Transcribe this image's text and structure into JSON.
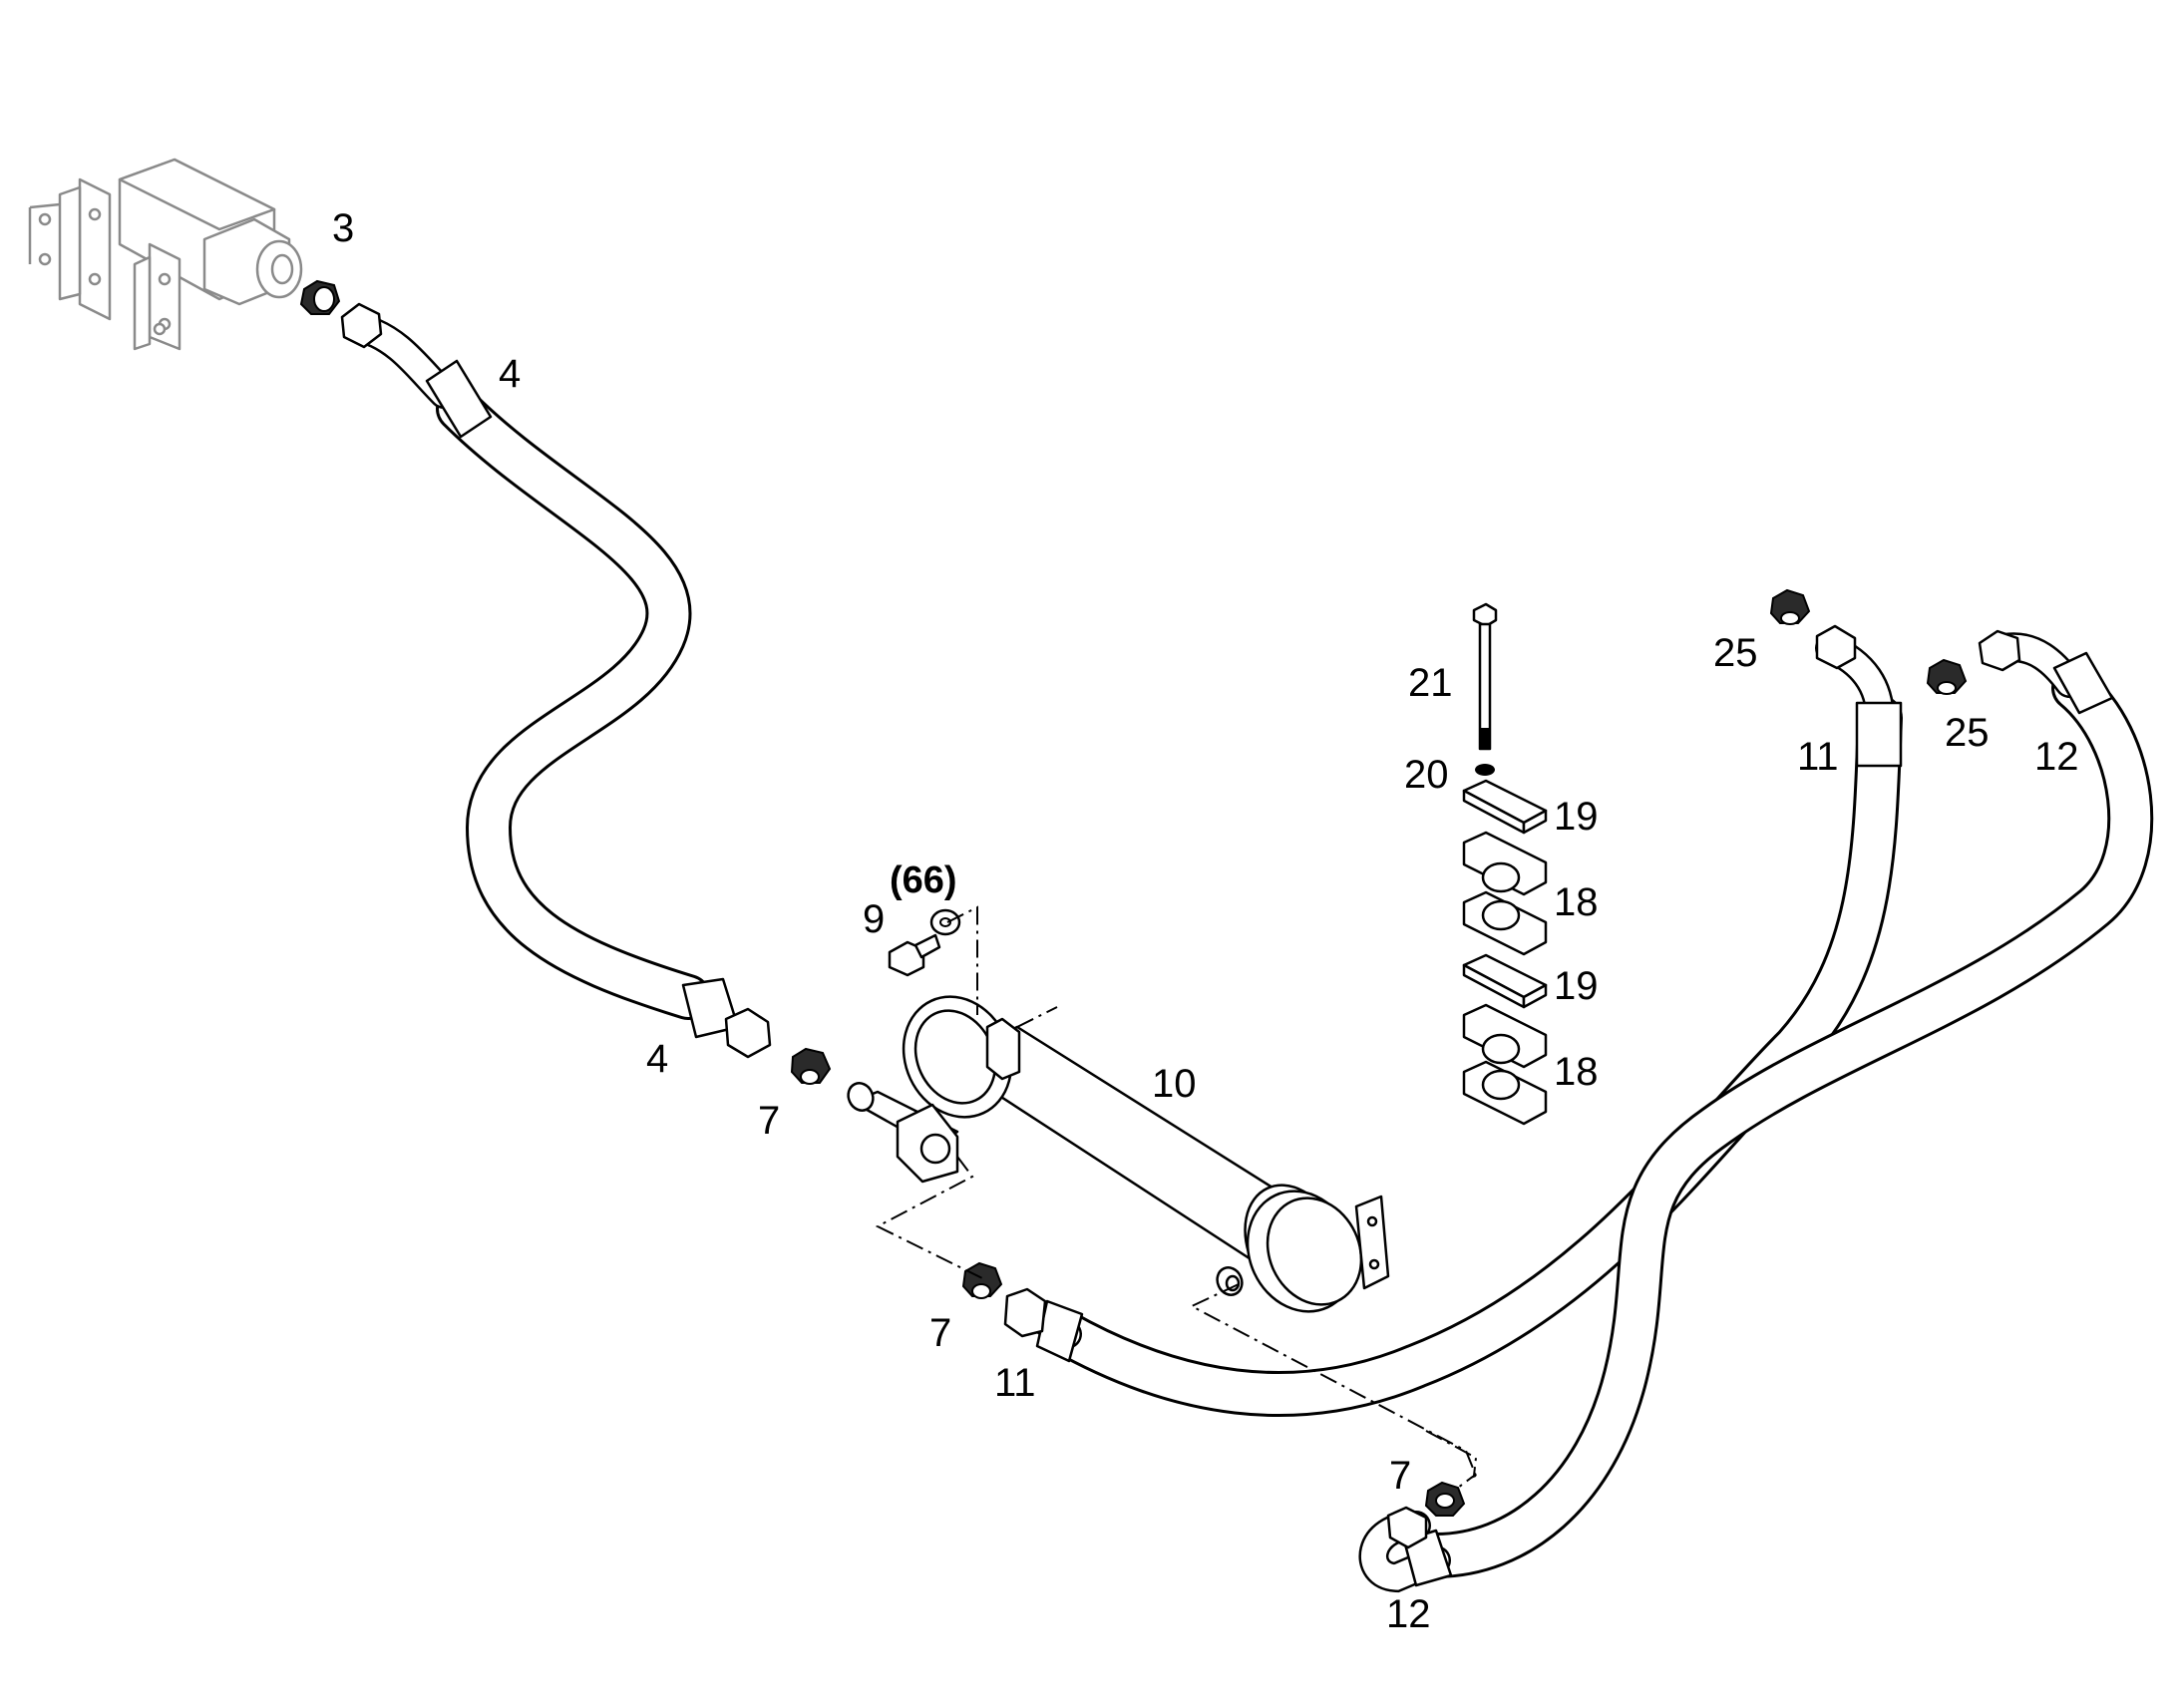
{
  "labels": {
    "item_3": "3",
    "item_4_upper": "4",
    "item_4_lower": "4",
    "item_7_a": "7",
    "item_7_b": "7",
    "item_7_c": "7",
    "item_9": "9",
    "item_66": "(66)",
    "item_10": "10",
    "item_11_lower": "11",
    "item_11_upper": "11",
    "item_12_upper": "12",
    "item_12_lower": "12",
    "item_18_upper": "18",
    "item_18_lower": "18",
    "item_19_upper": "19",
    "item_19_lower": "19",
    "item_20": "20",
    "item_21": "21",
    "item_25_left": "25",
    "item_25_right": "25"
  }
}
